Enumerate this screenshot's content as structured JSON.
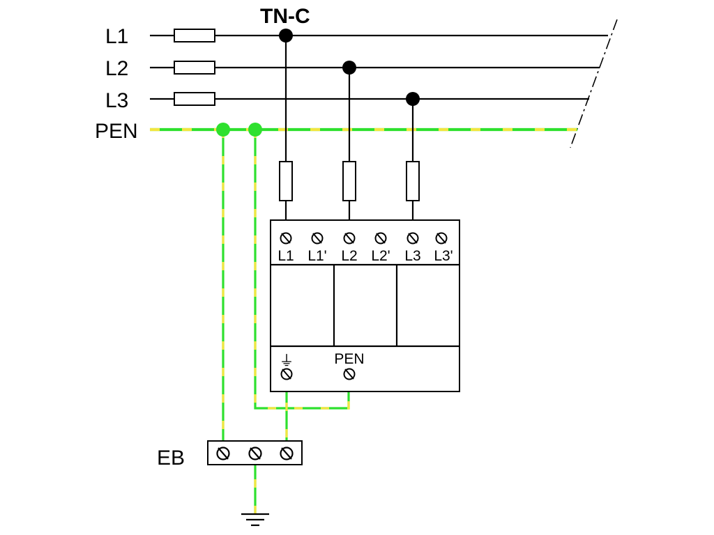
{
  "diagram": {
    "title": "TN-C",
    "lines": [
      {
        "label": "L1"
      },
      {
        "label": "L2"
      },
      {
        "label": "L3"
      },
      {
        "label": "PEN"
      }
    ],
    "spd": {
      "top_terminals": [
        "L1",
        "L1'",
        "L2",
        "L2'",
        "L3",
        "L3'"
      ],
      "earth_terminal_label": "⏚",
      "pen_terminal_label": "PEN"
    },
    "earth_bar": {
      "label": "EB",
      "terminal_count": 3
    },
    "colors": {
      "conductor": "#000000",
      "pen_green": "#2ee02e",
      "pen_yellow": "#f2e640"
    }
  }
}
